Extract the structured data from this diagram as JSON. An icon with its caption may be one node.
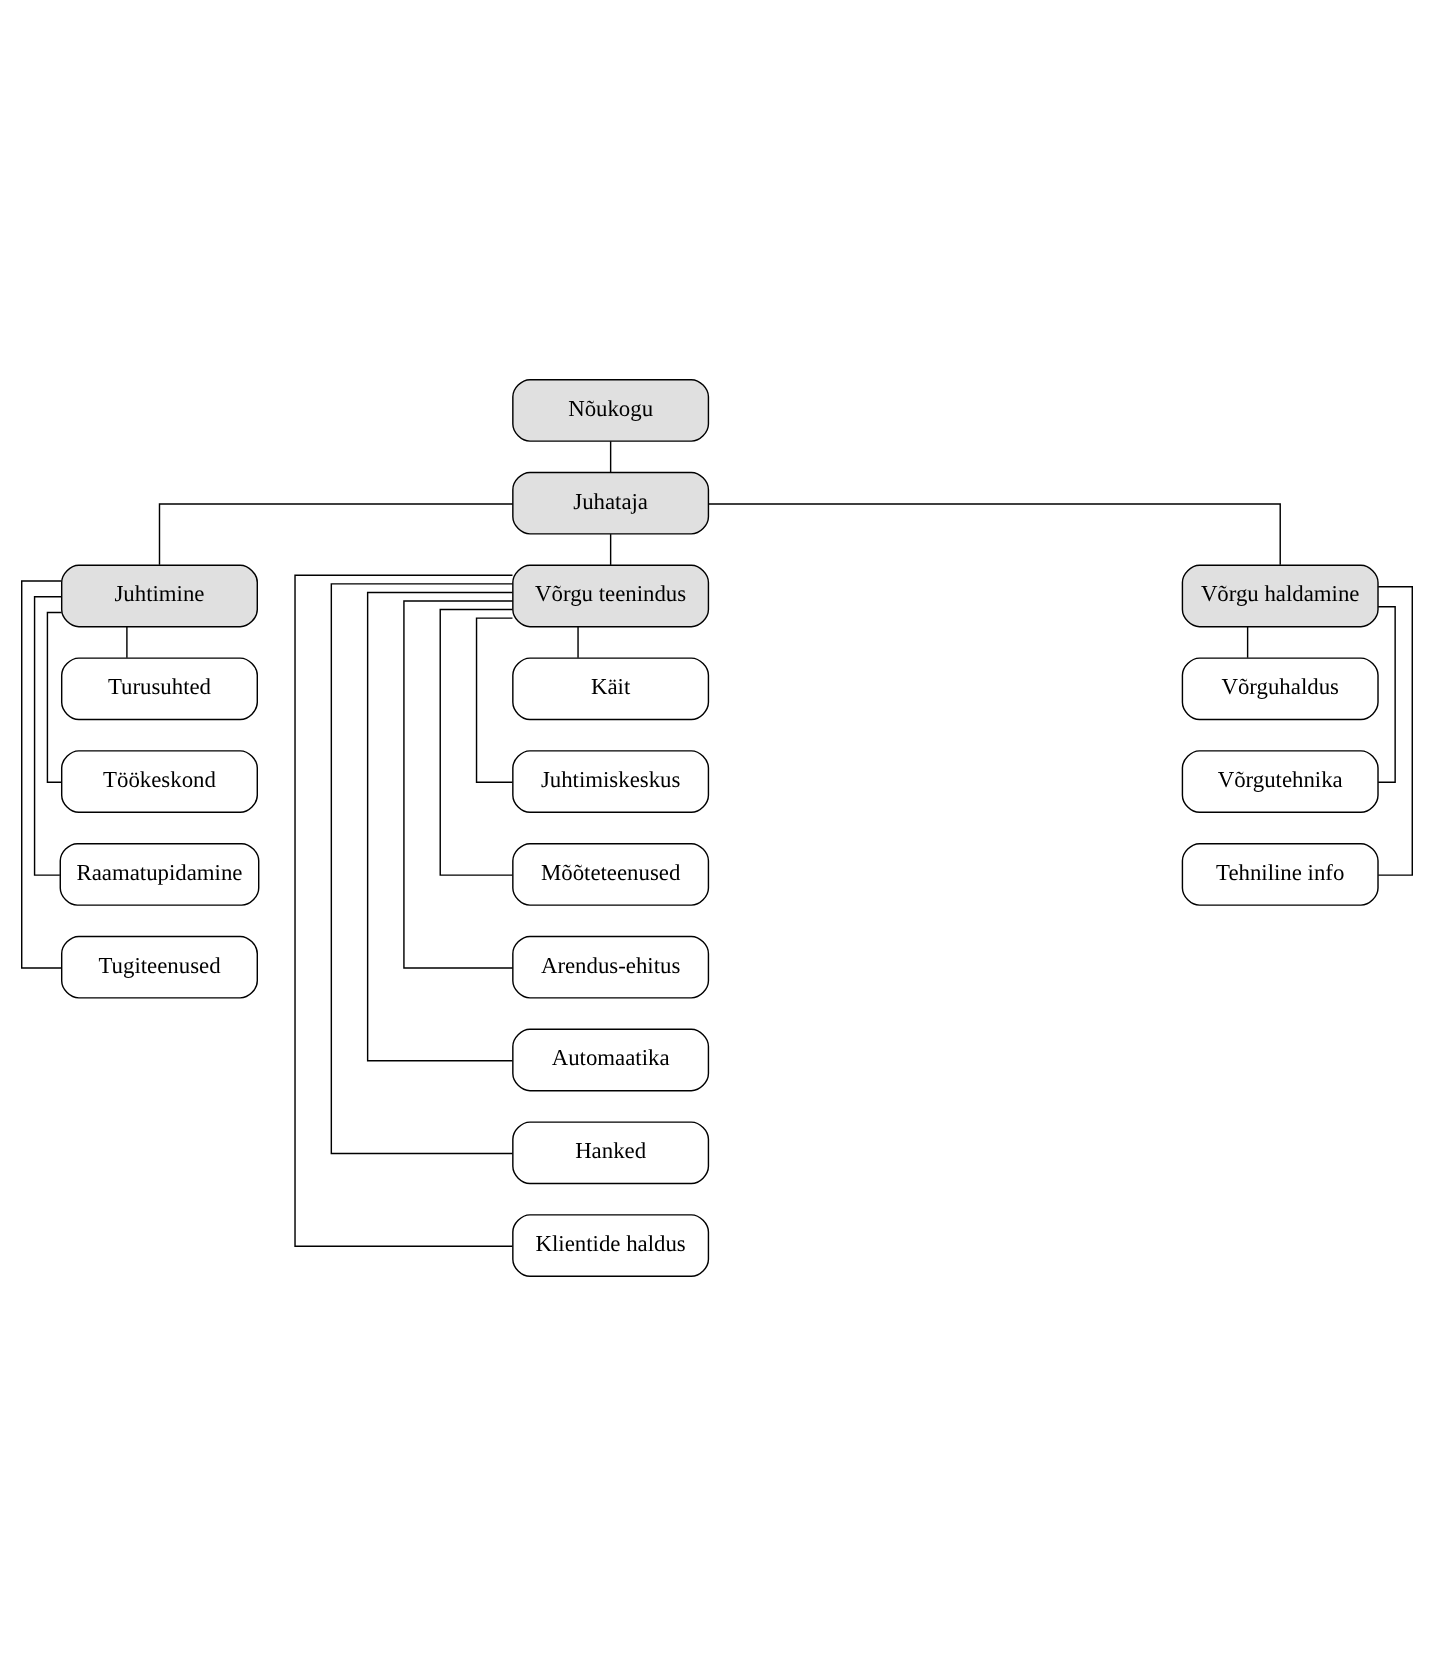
{
  "diagram": {
    "nodes": [
      {
        "text": [
          "Nõukogu"
        ]
      },
      {
        "text": [
          "Juhataja"
        ]
      },
      {
        "text": [
          "Juhtimine"
        ]
      },
      {
        "text": [
          "Turusuhted"
        ]
      },
      {
        "text": [
          "Töökeskond"
        ]
      },
      {
        "text": [
          "Raamatupidamine"
        ]
      },
      {
        "text": [
          "Tugiteenused"
        ]
      },
      {
        "text": [
          "Võrgu teenindus"
        ]
      },
      {
        "text": [
          "Käit"
        ]
      },
      {
        "text": [
          "Juhtimiskeskus"
        ]
      },
      {
        "text": [
          "Mõõteteenused"
        ]
      },
      {
        "text": [
          "Arendus-ehitus"
        ]
      },
      {
        "text": [
          "Automaatika"
        ]
      },
      {
        "text": [
          "Hanked"
        ]
      },
      {
        "text": [
          "Klientide haldus"
        ]
      },
      {
        "text": [
          "Võrgu haldamine"
        ]
      },
      {
        "text": [
          "Võrguhaldus"
        ]
      },
      {
        "text": [
          "Võrgutehnika"
        ]
      },
      {
        "text": [
          "Tehniline info"
        ]
      }
    ],
    "edges": [
      {
        "from": 0,
        "to": 1,
        "arrow": "none"
      },
      {
        "from": 1,
        "to": 2,
        "arrow": "none"
      },
      {
        "from": 1,
        "to": 7,
        "arrow": "none"
      },
      {
        "from": 1,
        "to": 15,
        "arrow": "none"
      },
      {
        "from": 2,
        "to": 3,
        "arrow": "none"
      },
      {
        "from": 2,
        "to": 4,
        "arrow": "none"
      },
      {
        "from": 2,
        "to": 5,
        "arrow": "none"
      },
      {
        "from": 2,
        "to": 6,
        "arrow": "none"
      },
      {
        "from": 7,
        "to": 8,
        "arrow": "none"
      },
      {
        "from": 7,
        "to": 9,
        "arrow": "none"
      },
      {
        "from": 7,
        "to": 10,
        "arrow": "none"
      },
      {
        "from": 7,
        "to": 11,
        "arrow": "none"
      },
      {
        "from": 7,
        "to": 12,
        "arrow": "none"
      },
      {
        "from": 7,
        "to": 13,
        "arrow": "none"
      },
      {
        "from": 7,
        "to": 14,
        "arrow": "none"
      },
      {
        "from": 15,
        "to": 16,
        "arrow": "none"
      },
      {
        "from": 15,
        "to": 17,
        "arrow": "none"
      },
      {
        "from": 15,
        "to": 18,
        "arrow": "none"
      }
    ]
  }
}
